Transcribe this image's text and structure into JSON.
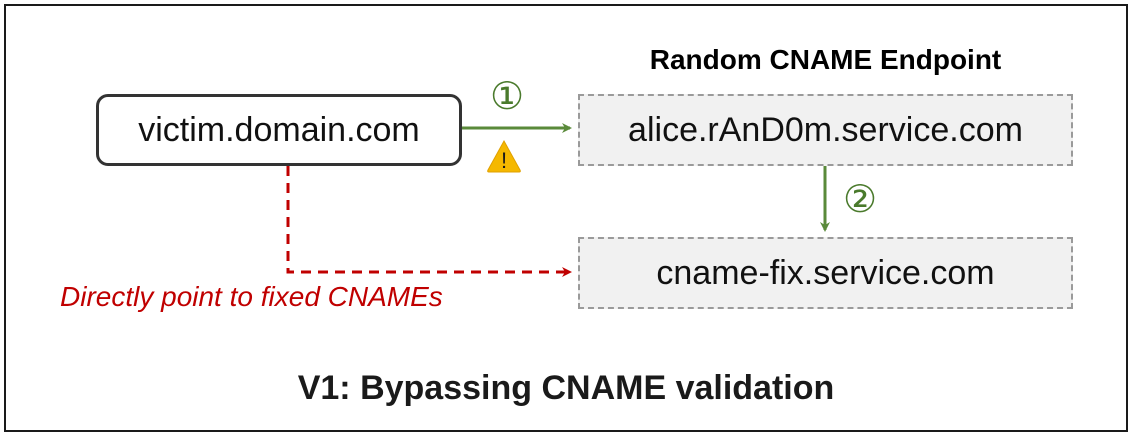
{
  "nodes": {
    "victim": "victim.domain.com",
    "random": "alice.rAnD0m.service.com",
    "fixed": "cname-fix.service.com"
  },
  "labels": {
    "random_endpoint": "Random CNAME Endpoint",
    "direct_point": "Directly point to fixed CNAMEs",
    "step_1": "①",
    "step_2": "②",
    "warning_mark": "!"
  },
  "title": "V1: Bypassing CNAME validation",
  "colors": {
    "green_arrow": "#5a8a3a",
    "red_dashed": "#c00000",
    "warning": "#f5b800",
    "dashed_box_fill": "#f1f1f1"
  },
  "icons": {
    "warning": "warning-triangle-icon"
  }
}
